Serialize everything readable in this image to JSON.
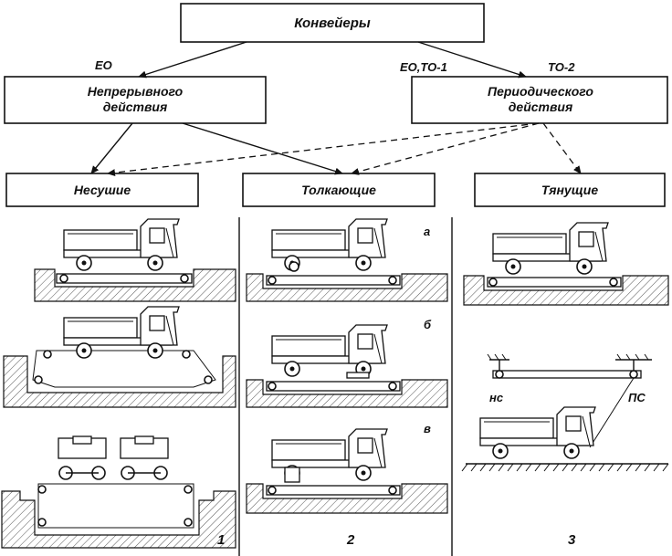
{
  "title": "Конвейеры",
  "level2": {
    "continuous": {
      "line1": "Непрерывного",
      "line2": "действия"
    },
    "periodic": {
      "line1": "Периодического",
      "line2": "действия"
    }
  },
  "labels": {
    "eo_left": "ЕО",
    "eo_to1": "ЕО,ТО-1",
    "to2": "ТО-2"
  },
  "categories": {
    "carrying": "Несушие",
    "pushing": "Толкающие",
    "pulling": "Тянущие"
  },
  "sublabels": {
    "a": "а",
    "b": "б",
    "v": "в"
  },
  "pulling_labels": {
    "ns": "нс",
    "ps": "ПС"
  },
  "column_numbers": {
    "col1": "1",
    "col2": "2",
    "col3": "3"
  }
}
